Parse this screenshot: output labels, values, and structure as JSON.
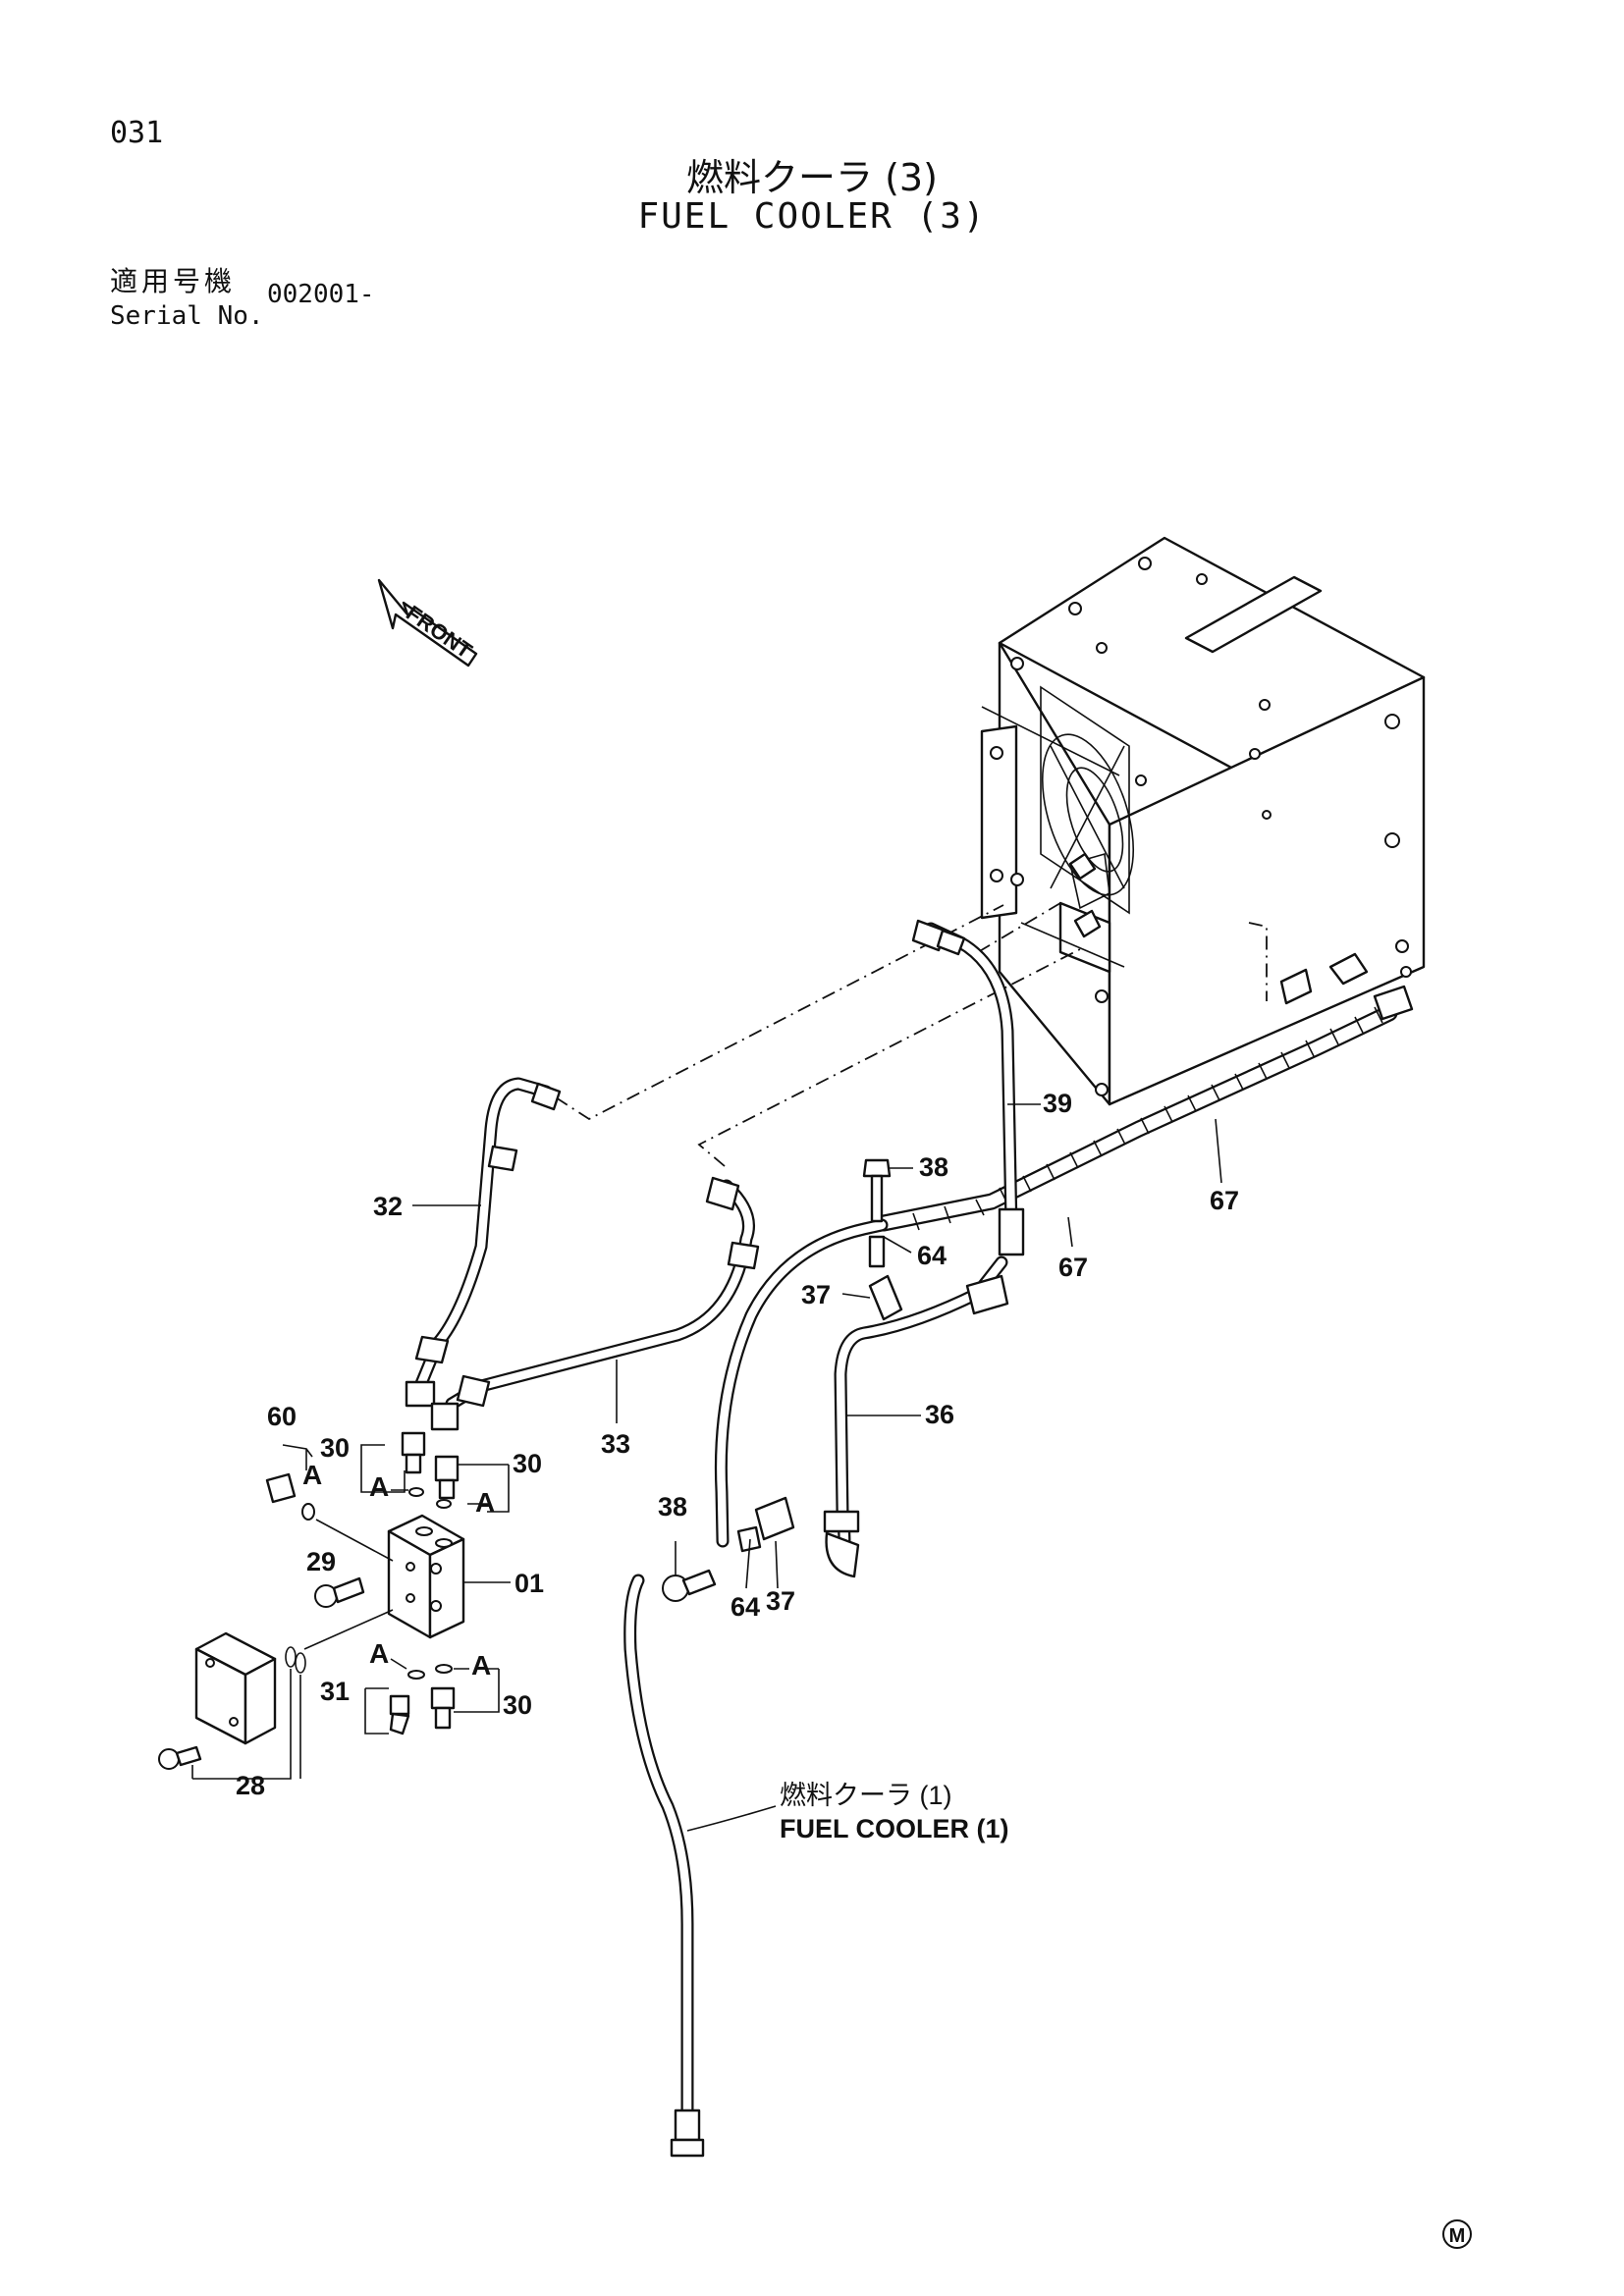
{
  "header": {
    "page_number": "031",
    "title_jp": "燃料クーラ (3)",
    "title_en": "FUEL COOLER (3)",
    "serial_label_jp": "適用号機",
    "serial_label_en": "Serial No.",
    "serial_value": "002001-"
  },
  "diagram": {
    "front_arrow_label": "FRONT",
    "callouts": {
      "p01": "01",
      "p28": "28",
      "p29": "29",
      "p30a": "30",
      "p30b": "30",
      "p30c": "30",
      "p31": "31",
      "p32": "32",
      "p33": "33",
      "p36": "36",
      "p37a": "37",
      "p37b": "37",
      "p38a": "38",
      "p38b": "38",
      "p39": "39",
      "p60": "60",
      "p64a": "64",
      "p64b": "64",
      "p67a": "67",
      "p67b": "67"
    },
    "detail_marks": {
      "a1": "A",
      "a2": "A",
      "a3": "A",
      "a4": "A",
      "a5": "A"
    },
    "reference_jp": "燃料クーラ (1)",
    "reference_en": "FUEL COOLER (1)",
    "footer_mark": "M"
  }
}
